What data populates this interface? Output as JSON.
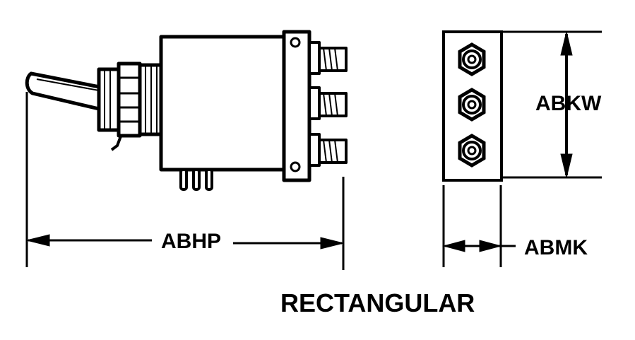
{
  "labels": {
    "length": "ABHP",
    "height": "ABKW",
    "width": "ABMK",
    "caption": "RECTANGULAR"
  }
}
